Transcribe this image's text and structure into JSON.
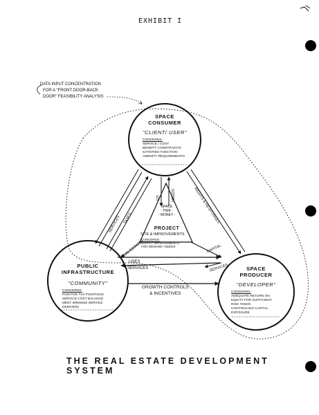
{
  "header": {
    "exhibit": "EXHIBIT I"
  },
  "annotation": {
    "lines": [
      "DATA INPUT CONCENTRATION",
      "FOR A \"FRONT DOOR-BACK",
      "DOOR\" FEASIBILITY ANALYSIS"
    ]
  },
  "nodes": {
    "consumer": {
      "title_lines": [
        "SPACE",
        "CONSUMER"
      ],
      "role": "\"CLIENT/ USER\"",
      "concerns_label": "CONCERNS:",
      "concerns": [
        "SERVICE / COST",
        "BENEFIT CONSTRAINTS",
        "SATISFIED FUNCTION",
        "AMENITY REQUIREMENTS"
      ]
    },
    "public": {
      "title_lines": [
        "PUBLIC",
        "INFRASTRUCTURE"
      ],
      "role": "\"COMMUNITY\"",
      "concerns_label": "CONCERNS:",
      "concerns": [
        "POSITIVE TAX POSITIONS",
        "SERVICE COST BALANCE",
        "MEET MINIMUM SERVICE DEMANDS"
      ]
    },
    "producer": {
      "title_lines": [
        "SPACE",
        "PRODUCER"
      ],
      "role": "\"DEVELOPER\"",
      "concerns_label": "CONCERNS:",
      "concerns": [
        "ADEQUATE RETURN ON",
        "EQUITY FOR SUFFICIENT",
        "RISK TAKEN",
        "CONTROLLED CAPITAL",
        "EXPOSURE"
      ]
    },
    "project": {
      "triangle_lines": [
        "SPACE",
        "- TIME -",
        "- MONEY -"
      ],
      "title": "PROJECT",
      "subtitle": "SITE & IMPROVEMENTS",
      "concerns": [
        "CONCERNS:",
        "SUPPLY IMPROVEMENTS",
        "FOR DEMAND / NEEDS"
      ]
    }
  },
  "flows": {
    "services": "SERVICES",
    "taxes": "TAXES",
    "fit": "FIT",
    "needs": "NEEDS",
    "rights_responses": "RIGHTS & RESPONSES",
    "real_estate": "REAL ESTATE",
    "capital": "CAPITAL",
    "services_2": "SERVICES",
    "uses": "USES",
    "services_3": "SERVICES",
    "growth_controls": [
      "GROWTH CONTROLS",
      "& INCENTIVES"
    ]
  },
  "footer": {
    "title": "THE REAL ESTATE DEVELOPMENT SYSTEM"
  }
}
